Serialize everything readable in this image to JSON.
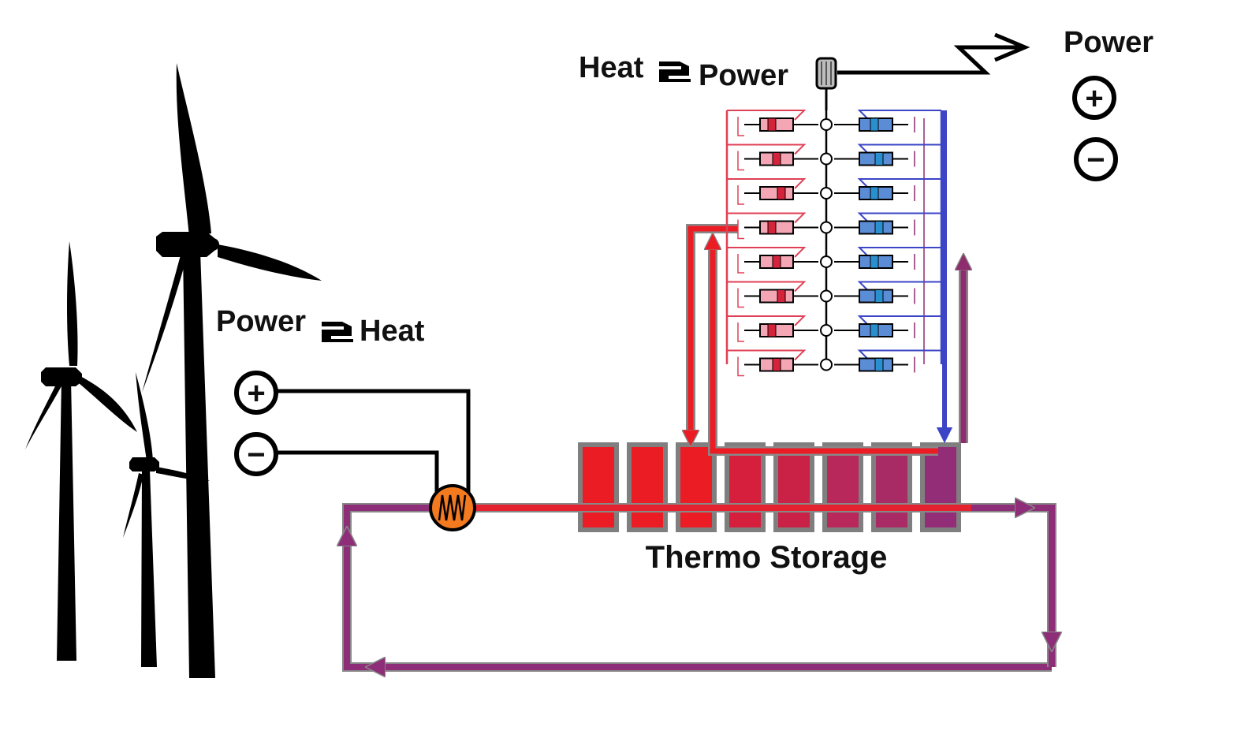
{
  "labels": {
    "power_to_heat_a": "Power",
    "power_to_heat_b": "Heat",
    "heat_to_power_a": "Heat",
    "heat_to_power_b": "Power",
    "power_out": "Power",
    "thermo_storage": "Thermo Storage"
  },
  "symbols": {
    "plus": "+",
    "minus": "−",
    "two": "2"
  },
  "storage_cells": {
    "count": 8,
    "colors": [
      "#ec1c24",
      "#ec1c24",
      "#ec1c24",
      "#d51f3c",
      "#c92246",
      "#b8285a",
      "#a92b66",
      "#942d78"
    ]
  },
  "engine_rows": 8,
  "colors": {
    "hot": "#ec1c24",
    "hot_pipe": "#e04055",
    "cold": "#3b45c6",
    "mixed": "#8e2c6e",
    "return": "#8e2e78",
    "heater": "#f47a20",
    "cell_border": "#7f7f7f",
    "piston_hot": "#f4a6b4",
    "piston_cold": "#5b8dd6"
  },
  "icons": [
    "wind-turbine-icon",
    "heater-coil-icon",
    "generator-icon",
    "lightning-bolt-icon",
    "stirling-engine-icon"
  ]
}
